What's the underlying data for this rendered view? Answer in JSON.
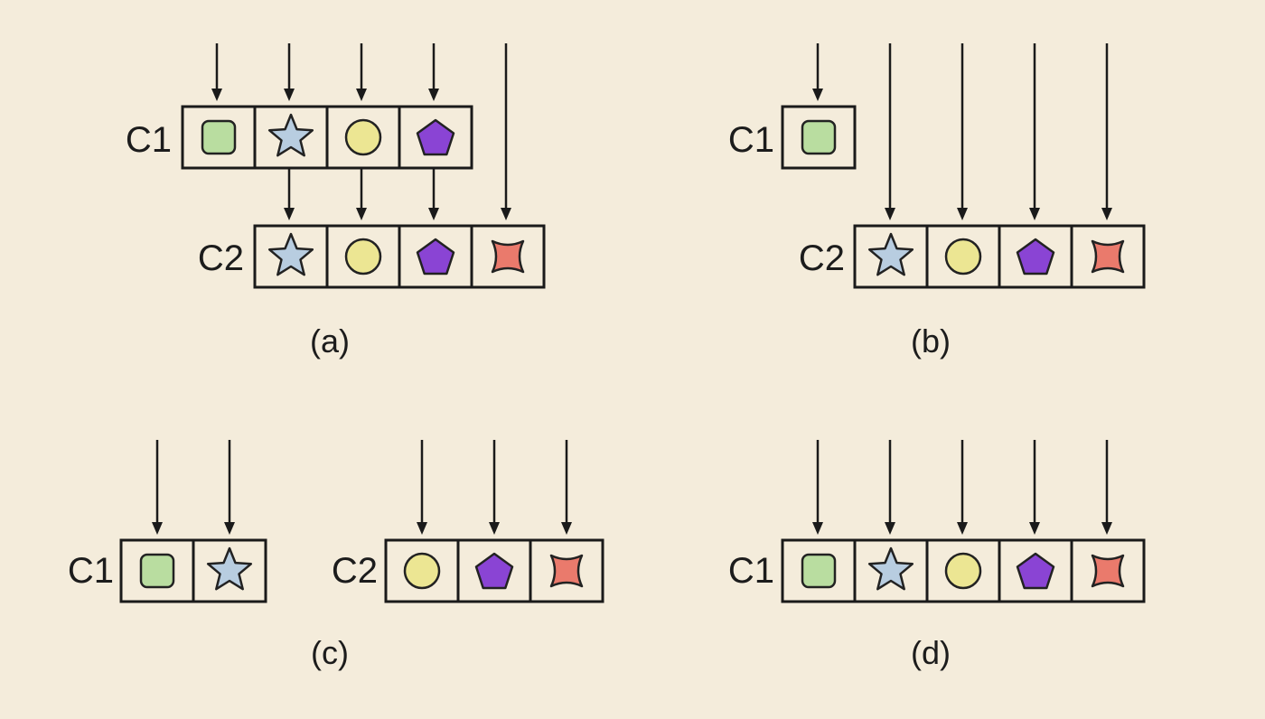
{
  "colors": {
    "background": "#f4ecdb",
    "square": "#b9dda0",
    "star": "#b8cde0",
    "circle": "#ece693",
    "pentagon": "#8a44d4",
    "cross": "#ea7a6c"
  },
  "panels": [
    {
      "caption": "(a)",
      "rows": [
        {
          "label": "C1",
          "shapes": [
            "square",
            "star",
            "circle",
            "pentagon"
          ]
        },
        {
          "label": "C2",
          "shapes": [
            "star",
            "circle",
            "pentagon",
            "cross"
          ]
        }
      ]
    },
    {
      "caption": "(b)",
      "rows": [
        {
          "label": "C1",
          "shapes": [
            "square"
          ]
        },
        {
          "label": "C2",
          "shapes": [
            "star",
            "circle",
            "pentagon",
            "cross"
          ]
        }
      ]
    },
    {
      "caption": "(c)",
      "rows": [
        {
          "label": "C1",
          "shapes": [
            "square",
            "star"
          ]
        },
        {
          "label": "C2",
          "shapes": [
            "circle",
            "pentagon",
            "cross"
          ]
        }
      ]
    },
    {
      "caption": "(d)",
      "rows": [
        {
          "label": "C1",
          "shapes": [
            "square",
            "star",
            "circle",
            "pentagon",
            "cross"
          ]
        }
      ]
    }
  ]
}
